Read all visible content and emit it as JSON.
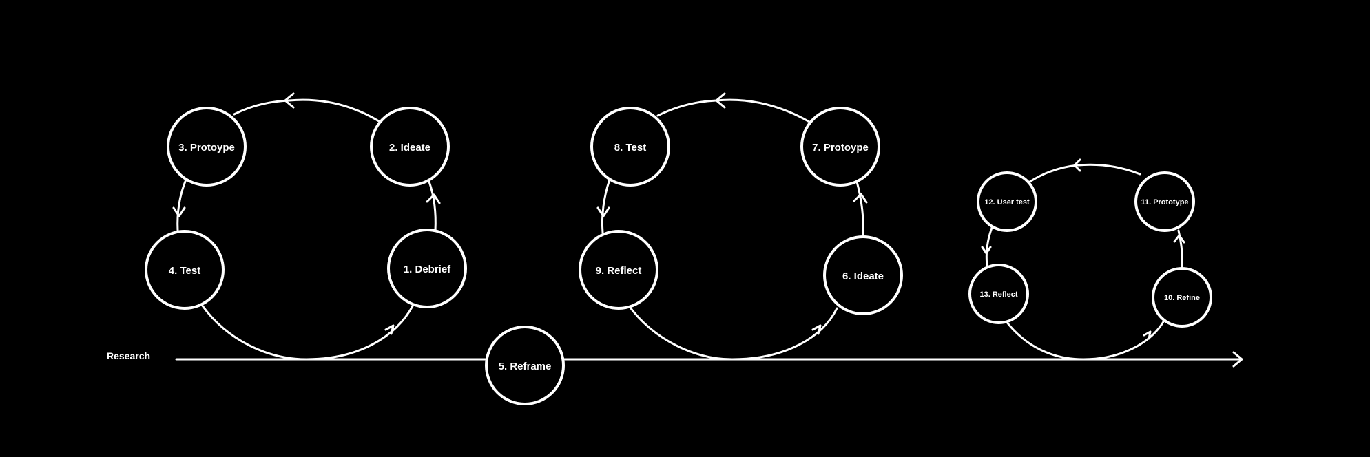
{
  "timeline": {
    "label": "Research"
  },
  "cycles": [
    {
      "nodes": [
        {
          "label": "1.  Debrief"
        },
        {
          "label": "2. Ideate"
        },
        {
          "label": "3. Protoype"
        },
        {
          "label": "4. Test"
        }
      ]
    },
    {
      "nodes": [
        {
          "label": "6. Ideate"
        },
        {
          "label": "7. Protoype"
        },
        {
          "label": "8. Test"
        },
        {
          "label": "9. Reflect"
        }
      ]
    },
    {
      "nodes": [
        {
          "label": "10. Refine"
        },
        {
          "label": "11. Prototype"
        },
        {
          "label": "12. User test"
        },
        {
          "label": "13. Reflect"
        }
      ]
    }
  ],
  "pivot": {
    "label": "5. Reframe"
  },
  "colors": {
    "background": "#000000",
    "stroke": "#ffffff",
    "text": "#ffffff"
  }
}
